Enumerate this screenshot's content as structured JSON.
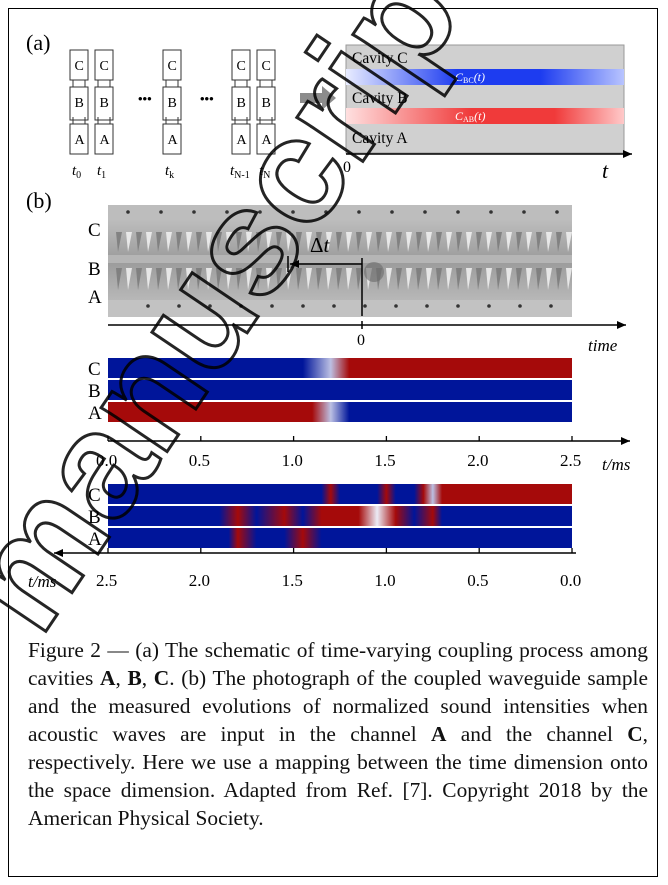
{
  "panel_a": {
    "label": "(a)",
    "ellipsis": "•••",
    "cavity_letters": [
      "C",
      "B",
      "A"
    ],
    "time_labels": [
      {
        "base": "t",
        "sub": "0"
      },
      {
        "base": "t",
        "sub": "1"
      },
      {
        "base": "t",
        "sub": "k"
      },
      {
        "base": "t",
        "sub": "N-1"
      },
      {
        "base": "t",
        "sub": "N"
      }
    ],
    "cavity_rows": [
      "Cavity C",
      "Cavity B",
      "Cavity A"
    ],
    "coupling_bc": {
      "base": "C",
      "sub": "BC",
      "tail": "(t)"
    },
    "coupling_ab": {
      "base": "C",
      "sub": "AB",
      "tail": "(t)"
    },
    "axis_origin": "0",
    "axis_label": "t",
    "colors": {
      "box_fill": "#d0d0d0",
      "bc_band": "#1d3cf0",
      "ab_band": "#f03a3a",
      "arrow": "#8c8c8c"
    }
  },
  "panel_b": {
    "label": "(b)",
    "row_letters": [
      "C",
      "B",
      "A"
    ],
    "delta_t": {
      "base": "Δ",
      "italic": "t"
    },
    "photo_axis_zero": "0",
    "photo_axis_label": "time",
    "colors": {
      "low": "#00159a",
      "high": "#a50a0a"
    }
  },
  "chart_data": [
    {
      "type": "heatmap",
      "rows": [
        "C",
        "B",
        "A"
      ],
      "x": {
        "label": "t/ms",
        "range": [
          0.0,
          2.5
        ],
        "ticks": [
          "0.0",
          "0.5",
          "1.0",
          "1.5",
          "2.0",
          "2.5"
        ],
        "direction": "left-to-right"
      },
      "intensity": {
        "C": [
          [
            0.0,
            0
          ],
          [
            1.05,
            0
          ],
          [
            1.2,
            0.4
          ],
          [
            1.3,
            1
          ],
          [
            2.5,
            1
          ]
        ],
        "B": [
          [
            0.0,
            0
          ],
          [
            2.5,
            0
          ]
        ],
        "A": [
          [
            0.0,
            1
          ],
          [
            1.1,
            1
          ],
          [
            1.2,
            0.4
          ],
          [
            1.3,
            0
          ],
          [
            2.5,
            0
          ]
        ]
      }
    },
    {
      "type": "heatmap",
      "rows": [
        "C",
        "B",
        "A"
      ],
      "x": {
        "label": "t/ms",
        "range": [
          0.0,
          2.5
        ],
        "ticks": [
          "2.5",
          "2.0",
          "1.5",
          "1.0",
          "0.5",
          "0.0"
        ],
        "direction": "right-to-left"
      },
      "intensity": {
        "C": [
          [
            2.5,
            0
          ],
          [
            1.35,
            0
          ],
          [
            1.3,
            1
          ],
          [
            1.25,
            0
          ],
          [
            1.05,
            0
          ],
          [
            1.0,
            1
          ],
          [
            0.95,
            0
          ],
          [
            0.85,
            0
          ],
          [
            0.8,
            1
          ],
          [
            0.75,
            0.4
          ],
          [
            0.7,
            1
          ],
          [
            0.0,
            1
          ]
        ],
        "B": [
          [
            2.5,
            0
          ],
          [
            1.9,
            0
          ],
          [
            1.8,
            1
          ],
          [
            1.7,
            0
          ],
          [
            1.55,
            1
          ],
          [
            1.45,
            0
          ],
          [
            1.35,
            1
          ],
          [
            1.15,
            1
          ],
          [
            1.05,
            0.5
          ],
          [
            0.95,
            1
          ],
          [
            0.85,
            0
          ],
          [
            0.75,
            1
          ],
          [
            0.7,
            0
          ],
          [
            0.0,
            0
          ]
        ],
        "A": [
          [
            2.5,
            0
          ],
          [
            1.85,
            0
          ],
          [
            1.8,
            1
          ],
          [
            1.7,
            0
          ],
          [
            1.55,
            0
          ],
          [
            1.45,
            1
          ],
          [
            1.35,
            0
          ],
          [
            0.0,
            0
          ]
        ]
      }
    }
  ],
  "caption": {
    "p1": "Figure 2 — (a) The schematic of time-varying coupling process among cavities ",
    "A": "A",
    "sep1": ", ",
    "B": "B",
    "sep2": ", ",
    "C": "C",
    "p2": ". (b) The photograph of the coupled waveguide sample and the measured evolutions of normalized sound intensities when acoustic waves are input in the channel ",
    "A2": "A",
    "p3": " and the channel ",
    "C2": "C",
    "p4": ", respectively. Here we use a mapping between the time dimension onto the space dimension. Adapted from Ref. [7]. Copyright 2018 by the American Physical Society."
  },
  "watermark": "manuscript"
}
